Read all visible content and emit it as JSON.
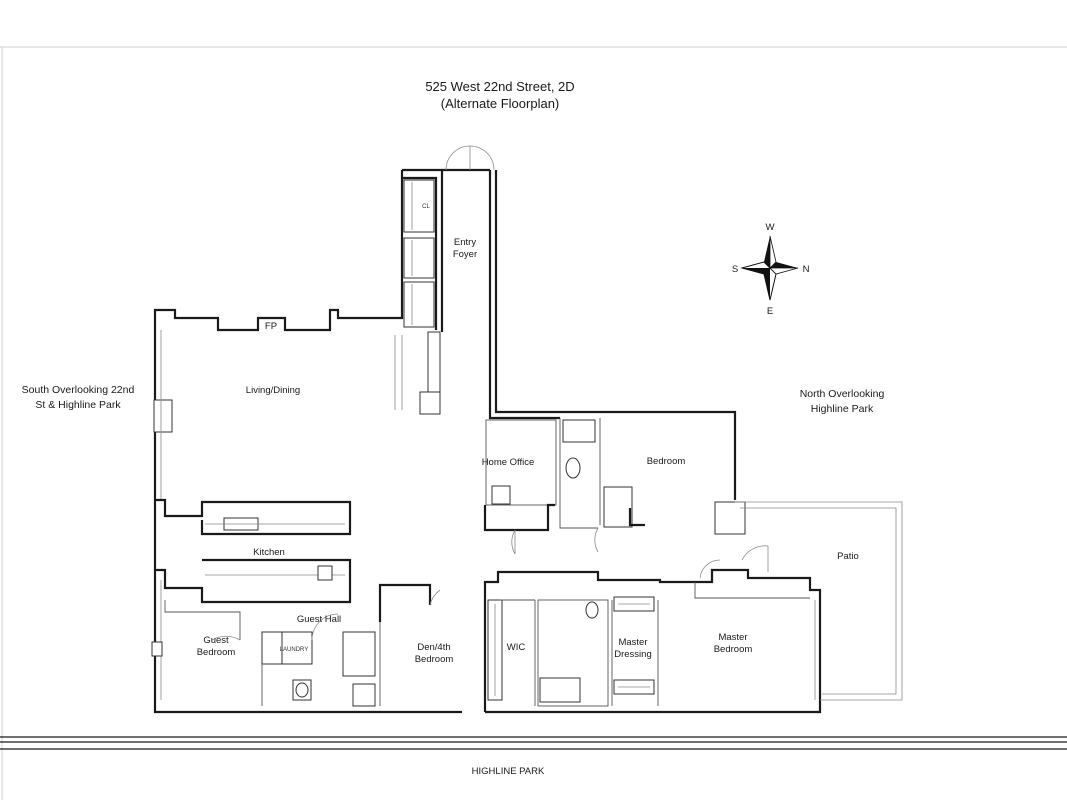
{
  "title": {
    "line1": "525 West 22nd Street, 2D",
    "line2": "(Alternate Floorplan)"
  },
  "exterior": {
    "south_line1": "South Overlooking 22nd",
    "south_line2": "St & Highline Park",
    "north_line1": "North Overlooking",
    "north_line2": "Highline Park",
    "street": "HIGHLINE PARK"
  },
  "compass": {
    "north": "N",
    "south": "S",
    "east": "E",
    "west": "W"
  },
  "rooms": {
    "closet": "CL",
    "entry_line1": "Entry",
    "entry_line2": "Foyer",
    "fireplace": "FP",
    "living": "Living/Dining",
    "home_office": "Home Office",
    "bedroom": "Bedroom",
    "kitchen": "Kitchen",
    "patio": "Patio",
    "guest_hall": "Guest Hall",
    "guest_bedroom_line1": "Guest",
    "guest_bedroom_line2": "Bedroom",
    "den_line1": "Den/4th",
    "den_line2": "Bedroom",
    "wic": "WIC",
    "master_dressing_line1": "Master",
    "master_dressing_line2": "Dressing",
    "master_bedroom_line1": "Master",
    "master_bedroom_line2": "Bedroom",
    "laundry": "LAUNDRY"
  }
}
